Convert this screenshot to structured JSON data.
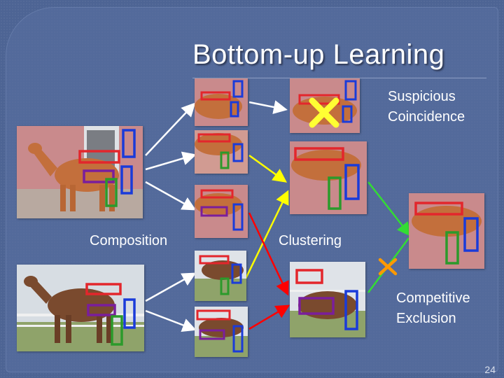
{
  "title": "Bottom-up Learning",
  "labels": {
    "suspicious": "Suspicious\nCoincidence",
    "composition": "Composition",
    "clustering": "Clustering",
    "exclusion": "Competitive\nExclusion"
  },
  "page_number": "24",
  "colors": {
    "background": "#4d6494",
    "box_red": "#e3262c",
    "box_blue": "#1a3bd9",
    "box_purple": "#7a1e9c",
    "box_green": "#2b9a2b",
    "arrow_white": "#ffffff",
    "arrow_yellow": "#ffff00",
    "arrow_red": "#ff0000",
    "arrow_green": "#33dd33",
    "cross_yellow": "#ffff33",
    "cross_orange": "#ff9900"
  },
  "icons": [
    "rejection-cross-icon",
    "exclusion-cross-icon"
  ]
}
